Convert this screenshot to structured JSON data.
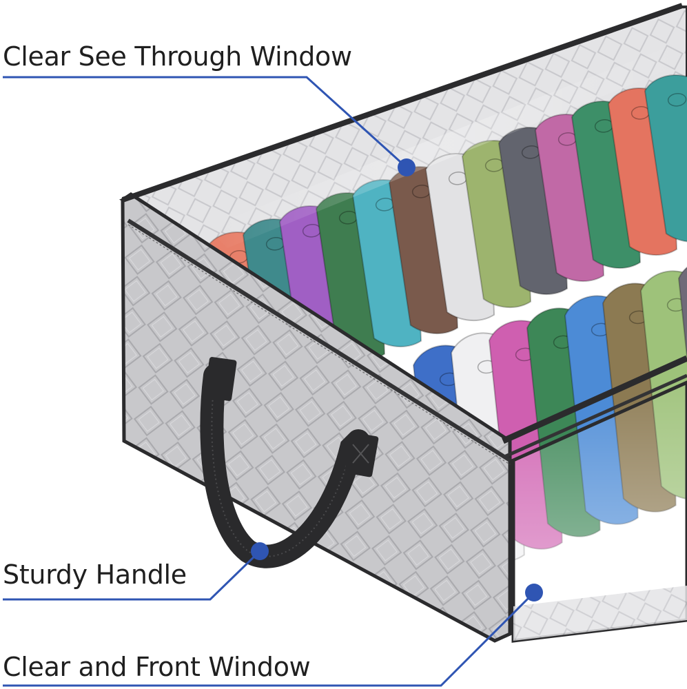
{
  "callouts": {
    "top": "Clear See Through Window",
    "middle": "Sturdy Handle",
    "bottom": "Clear and Front Window"
  },
  "colors": {
    "callout_line": "#2f55b3",
    "callout_dot": "#2f55b3",
    "bag_fabric": "#c9c9cc",
    "bag_trim": "#2b2b2d",
    "handle": "#2a2a2c",
    "background": "#ffffff"
  },
  "caps": {
    "back_row": [
      "#e8806a",
      "#3f8a8c",
      "#a05fc4",
      "#3f7d50",
      "#4fb3c2",
      "#7a5a4c",
      "#e2e2e4",
      "#9db46e",
      "#62646e",
      "#c169a6",
      "#3d8f68",
      "#e47460",
      "#3c9e9c"
    ],
    "front_row": [
      "#3e6fc8",
      "#f0f0f2",
      "#cf5fb0",
      "#3d8757",
      "#4c8bd6",
      "#8c7a52",
      "#9ec27a",
      "#6f6a78"
    ]
  }
}
